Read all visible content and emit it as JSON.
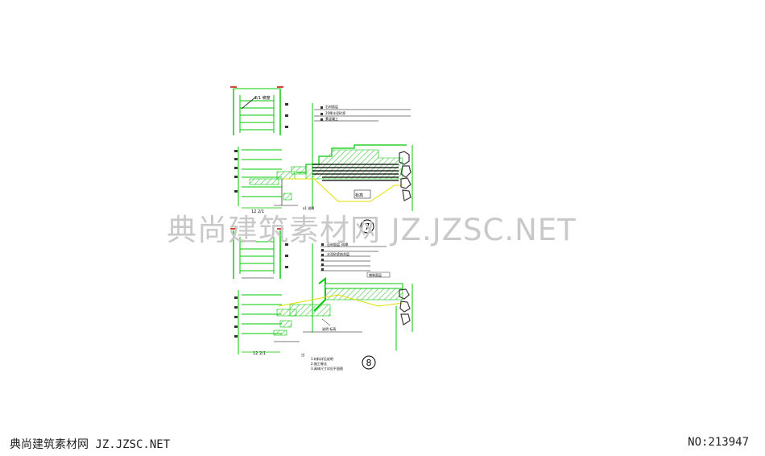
{
  "watermark": {
    "center_text": "典尚建筑素材网 JZ.JZSC.NET",
    "footer_left": "典尚建筑素材网 JZ.JZSC.NET",
    "footer_right": "NO:213947"
  },
  "drawing": {
    "detail_7_label": "7",
    "detail_8_label": "8",
    "colors": {
      "line": "#00c800",
      "thin": "#000000",
      "yellow": "#e0e000",
      "stone": "#3a3a3a",
      "hatch": "#7ad07a"
    }
  }
}
